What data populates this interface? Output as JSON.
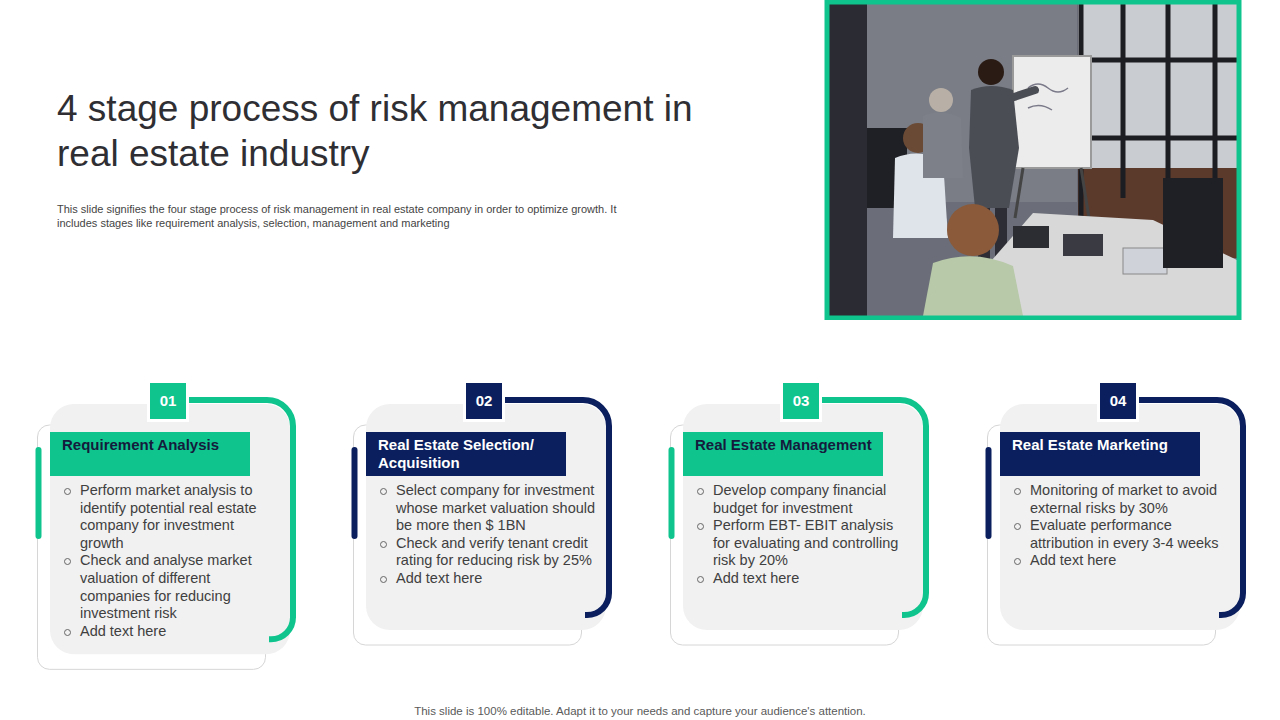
{
  "diagram": {
    "title": "4 stage process of risk management in real estate industry",
    "nodes": [
      {
        "text": [
          "01",
          "Requirement Analysis",
          "Perform market analysis to identify potential real estate company for investment growth",
          "Check and analyse market valuation of different companies for reducing investment risk",
          "Add text here"
        ]
      },
      {
        "text": [
          "02",
          "Real Estate Selection/ Acquisition",
          "Select company for investment whose market valuation should be more then $ 1BN",
          "Check and verify tenant credit rating for reducing risk by 25%",
          "Add text here"
        ]
      },
      {
        "text": [
          "03",
          "Real Estate Management",
          "Develop company financial budget for investment",
          "Perform EBT- EBIT analysis for evaluating and controlling risk by 20%",
          "Add text here"
        ]
      },
      {
        "text": [
          "04",
          "Real Estate Marketing",
          "Monitoring of market to avoid external risks by 30%",
          "Evaluate performance attribution in every 3-4 weeks",
          "Add text here"
        ]
      }
    ],
    "labels": [
      "This slide signifies the four stage process of risk management in real estate company in order to optimize growth. It includes stages like requirement analysis, selection, management and marketing",
      "This slide is 100% editable. Adapt it to your needs and capture your audience's attention."
    ]
  }
}
